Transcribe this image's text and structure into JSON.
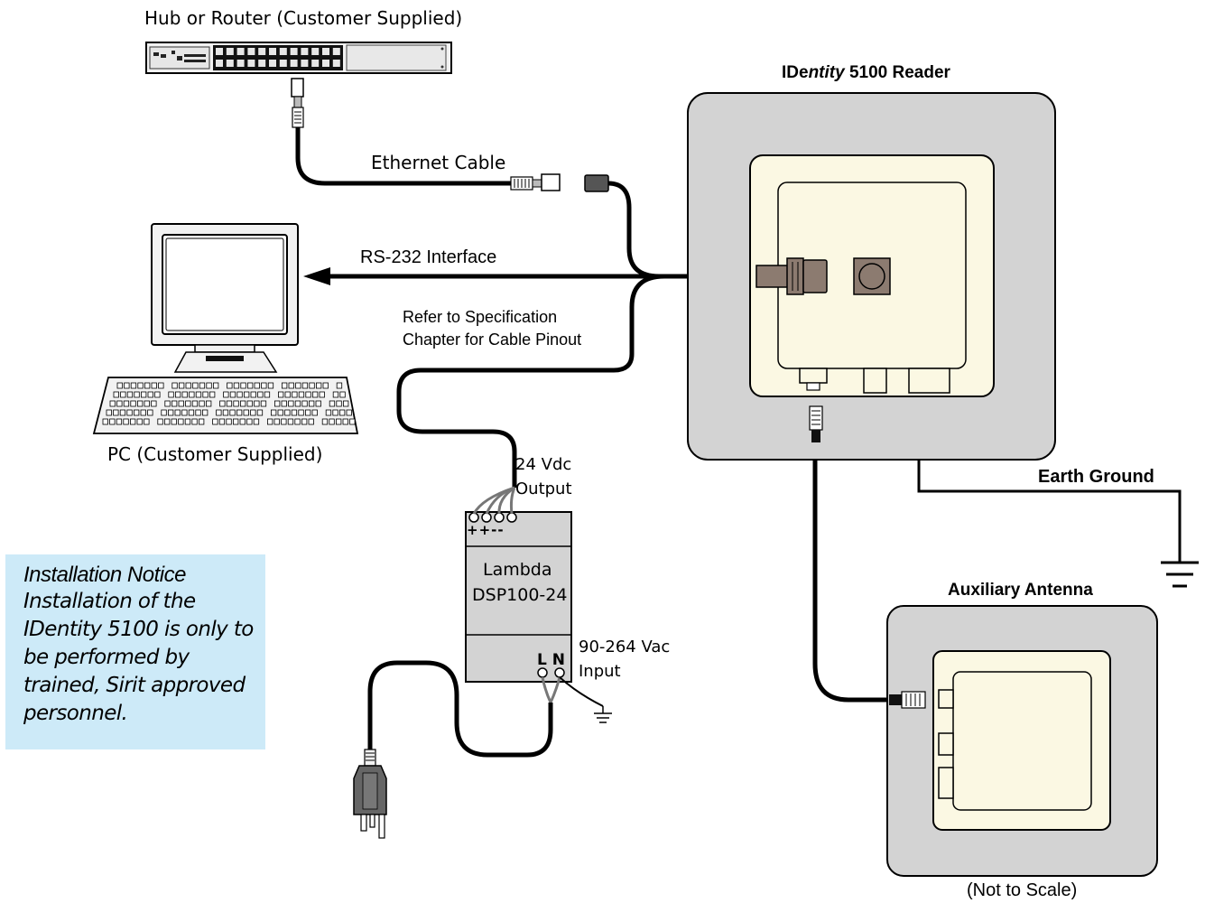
{
  "labels": {
    "hub": "Hub or Router (Customer Supplied)",
    "reader_prefix": "IDe",
    "reader_italic": "ntity",
    "reader_suffix": " 5100 Reader",
    "ethernet": "Ethernet Cable",
    "rs232": "RS-232 Interface",
    "spec_line1": "Refer to Specification",
    "spec_line2": "Chapter for Cable Pinout",
    "pc": "PC (Customer Supplied)",
    "vdc_line1": "24 Vdc",
    "vdc_line2": "Output",
    "psu_line1": "Lambda",
    "psu_line2": "DSP100-24",
    "psu_terminals_top": "++--",
    "psu_terminals_bottom": "L N",
    "vac_line1": "90-264 Vac",
    "vac_line2": "Input",
    "earth_ground": "Earth Ground",
    "aux_antenna": "Auxiliary Antenna",
    "not_to_scale": "(Not to Scale)"
  },
  "notice": {
    "title": "Installation Notice",
    "body": "Installation of the IDentity 5100 is only to be performed by trained, Sirit approved personnel."
  },
  "colors": {
    "reader_outer": "#d3d3d3",
    "reader_inner": "#fbf8e3",
    "notice_bg": "#cdeaf8",
    "connector": "#8c7b70",
    "cable": "#000000"
  }
}
